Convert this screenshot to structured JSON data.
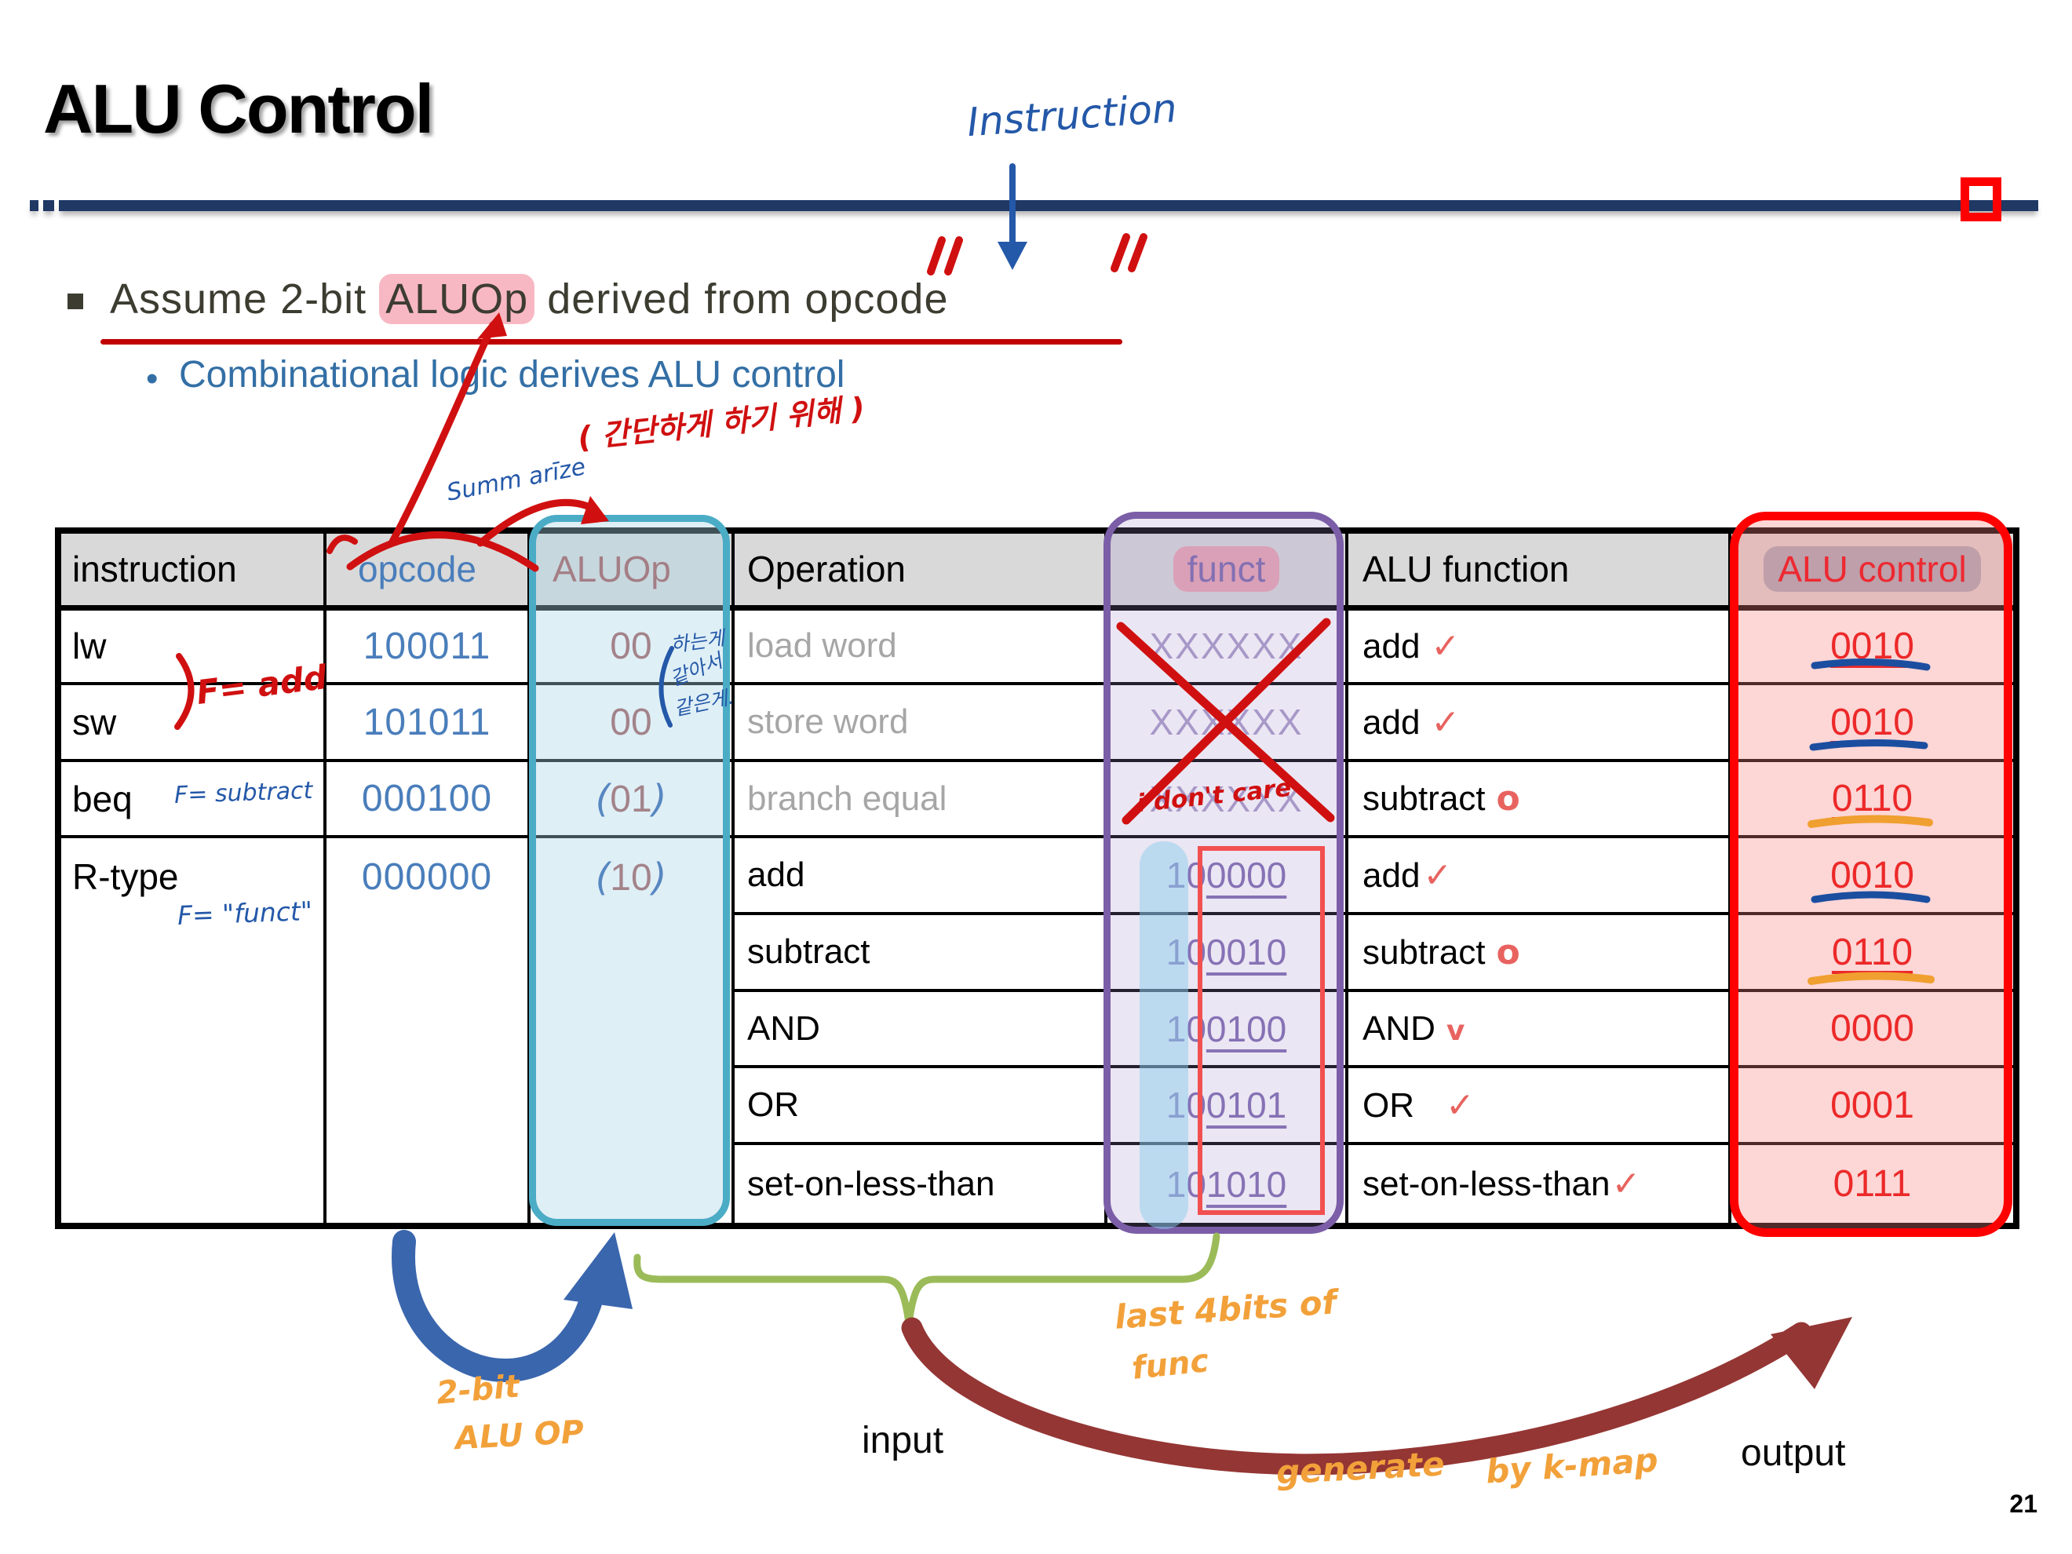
{
  "slide": {
    "title": "ALU Control",
    "page_number": "21"
  },
  "bullets": {
    "main_pre": "Assume 2-bit ",
    "main_hl": "ALUOp",
    "main_post": " derived from opcode",
    "sub": "Combinational logic derives ALU control",
    "sub_marker": "•"
  },
  "labels": {
    "input": "input",
    "output": "output"
  },
  "handwriting": {
    "instruction": "Instruction",
    "summarize": "Summ arīze",
    "korean_note": "( 간단하게 하기 위해 )",
    "f_add": "F= add",
    "f_subtract": "F= subtract",
    "f_funct": "F= \"funct\"",
    "korean_small_1": "하는게",
    "korean_small_2": "같아서",
    "korean_small_3": "같은게.",
    "dont_care": "i don't care",
    "two_bit": "2-bit",
    "alu_op": "ALU OP",
    "last_4bits": "last 4bits of",
    "func": "func",
    "generate": "generate",
    "by_kmap": "by k-map"
  },
  "table": {
    "headers": {
      "instruction": "instruction",
      "opcode": "opcode",
      "aluop": "ALUOp",
      "operation": "Operation",
      "funct": "funct",
      "alu_function": "ALU function",
      "alu_control": "ALU control"
    },
    "rows": [
      {
        "instruction": "lw",
        "opcode": "100011",
        "aluop": "00",
        "operation": "load word",
        "funct": "XXXXXX",
        "alu_function": "add",
        "check": "✓",
        "alu_control": "0010"
      },
      {
        "instruction": "sw",
        "opcode": "101011",
        "aluop": "00",
        "operation": "store word",
        "funct": "XXXXXX",
        "alu_function": "add",
        "check": "✓",
        "alu_control": "0010"
      },
      {
        "instruction": "beq",
        "opcode": "000100",
        "aluop_open": "(",
        "aluop": "01",
        "aluop_close": ")",
        "operation": "branch equal",
        "funct": "XXXXXX",
        "alu_function": "subtract",
        "check": "o",
        "alu_control": "0110"
      },
      {
        "instruction": "R-type",
        "opcode": "000000",
        "aluop_open": "(",
        "aluop": "10",
        "aluop_close": ")",
        "operation": "add",
        "funct_pre": "10",
        "funct_suf": "0000",
        "alu_function": "add",
        "check": "✓",
        "alu_control": "0010"
      },
      {
        "operation": "subtract",
        "funct_pre": "10",
        "funct_suf": "0010",
        "alu_function": "subtract",
        "check": "o",
        "alu_control": "0110"
      },
      {
        "operation": "AND",
        "funct_pre": "10",
        "funct_suf": "0100",
        "alu_function": "AND",
        "check": "v",
        "alu_control": "0000"
      },
      {
        "operation": "OR",
        "funct_pre": "10",
        "funct_suf": "0101",
        "alu_function": "OR",
        "check": "✓",
        "alu_control": "0001"
      },
      {
        "operation": "set-on-less-than",
        "funct_pre": "10",
        "funct_suf": "1010",
        "alu_function": "set-on-less-than",
        "check": "✓",
        "alu_control": "0111"
      }
    ]
  },
  "colors": {
    "accent_navy": "#1f3864",
    "hand_red": "#d01010",
    "hand_blue": "#2458a8",
    "hand_orange": "#f2a13a",
    "brace_green": "#9bbb59",
    "cyan_box": "#4bacc6",
    "purple_box": "#7b5ea7",
    "red_box": "#fe0000",
    "control_red": "#e60000",
    "opcode_blue": "#4a7ebb",
    "aluop_red": "#9e5252",
    "funct_purple": "#7e6bb0",
    "arrow_blue": "#3a66ad",
    "arrow_darkred": "#943634"
  }
}
